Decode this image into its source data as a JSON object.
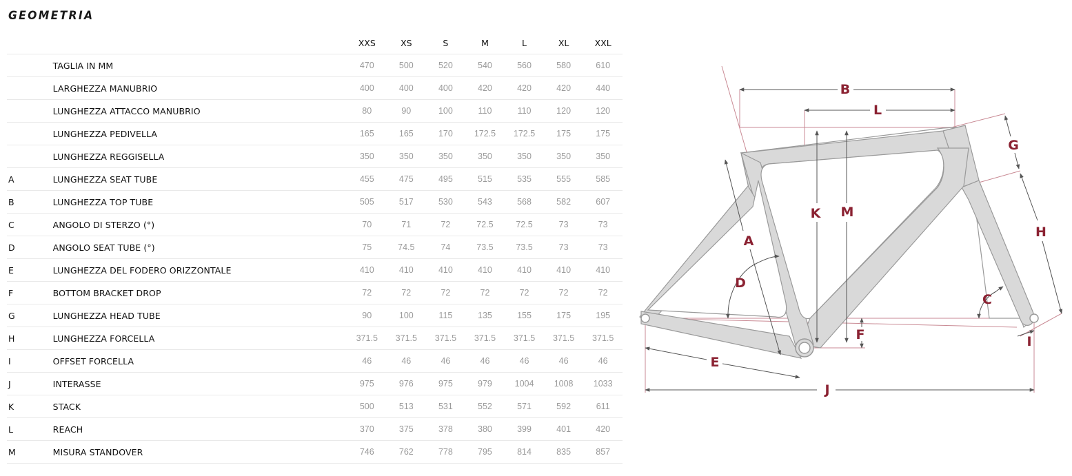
{
  "title": "GEOMETRIA",
  "sizes": [
    "XXS",
    "XS",
    "S",
    "M",
    "L",
    "XL",
    "XXL"
  ],
  "rows": [
    {
      "letter": "",
      "label": "TAGLIA IN MM",
      "values": [
        "470",
        "500",
        "520",
        "540",
        "560",
        "580",
        "610"
      ]
    },
    {
      "letter": "",
      "label": "LARGHEZZA MANUBRIO",
      "values": [
        "400",
        "400",
        "400",
        "420",
        "420",
        "420",
        "440"
      ]
    },
    {
      "letter": "",
      "label": "LUNGHEZZA ATTACCO MANUBRIO",
      "values": [
        "80",
        "90",
        "100",
        "110",
        "110",
        "120",
        "120"
      ]
    },
    {
      "letter": "",
      "label": "LUNGHEZZA PEDIVELLA",
      "values": [
        "165",
        "165",
        "170",
        "172.5",
        "172.5",
        "175",
        "175"
      ]
    },
    {
      "letter": "",
      "label": "LUNGHEZZA REGGISELLA",
      "values": [
        "350",
        "350",
        "350",
        "350",
        "350",
        "350",
        "350"
      ]
    },
    {
      "letter": "A",
      "label": "LUNGHEZZA SEAT TUBE",
      "values": [
        "455",
        "475",
        "495",
        "515",
        "535",
        "555",
        "585"
      ]
    },
    {
      "letter": "B",
      "label": "LUNGHEZZA TOP TUBE",
      "values": [
        "505",
        "517",
        "530",
        "543",
        "568",
        "582",
        "607"
      ]
    },
    {
      "letter": "C",
      "label": "ANGOLO DI STERZO (°)",
      "values": [
        "70",
        "71",
        "72",
        "72.5",
        "72.5",
        "73",
        "73"
      ]
    },
    {
      "letter": "D",
      "label": "ANGOLO SEAT TUBE (°)",
      "values": [
        "75",
        "74.5",
        "74",
        "73.5",
        "73.5",
        "73",
        "73"
      ]
    },
    {
      "letter": "E",
      "label": "LUNGHEZZA DEL FODERO ORIZZONTALE",
      "values": [
        "410",
        "410",
        "410",
        "410",
        "410",
        "410",
        "410"
      ]
    },
    {
      "letter": "F",
      "label": "BOTTOM BRACKET DROP",
      "values": [
        "72",
        "72",
        "72",
        "72",
        "72",
        "72",
        "72"
      ]
    },
    {
      "letter": "G",
      "label": "LUNGHEZZA HEAD TUBE",
      "values": [
        "90",
        "100",
        "115",
        "135",
        "155",
        "175",
        "195"
      ]
    },
    {
      "letter": "H",
      "label": "LUNGHEZZA FORCELLA",
      "values": [
        "371.5",
        "371.5",
        "371.5",
        "371.5",
        "371.5",
        "371.5",
        "371.5"
      ]
    },
    {
      "letter": "I",
      "label": "OFFSET FORCELLA",
      "values": [
        "46",
        "46",
        "46",
        "46",
        "46",
        "46",
        "46"
      ]
    },
    {
      "letter": "J",
      "label": "INTERASSE",
      "values": [
        "975",
        "976",
        "975",
        "979",
        "1004",
        "1008",
        "1033"
      ]
    },
    {
      "letter": "K",
      "label": "STACK",
      "values": [
        "500",
        "513",
        "531",
        "552",
        "571",
        "592",
        "611"
      ]
    },
    {
      "letter": "L",
      "label": "REACH",
      "values": [
        "370",
        "375",
        "378",
        "380",
        "399",
        "401",
        "420"
      ]
    },
    {
      "letter": "M",
      "label": "MISURA STANDOVER",
      "values": [
        "746",
        "762",
        "778",
        "795",
        "814",
        "835",
        "857"
      ]
    }
  ],
  "diagram": {
    "labels": [
      "A",
      "B",
      "C",
      "D",
      "E",
      "F",
      "G",
      "H",
      "I",
      "J",
      "K",
      "L",
      "M"
    ],
    "colors": {
      "frame_fill": "#d9d9d9",
      "frame_stroke": "#9a9a9a",
      "dimension_line": "#555555",
      "reference_line": "#c98a94",
      "label": "#8b2232"
    }
  }
}
